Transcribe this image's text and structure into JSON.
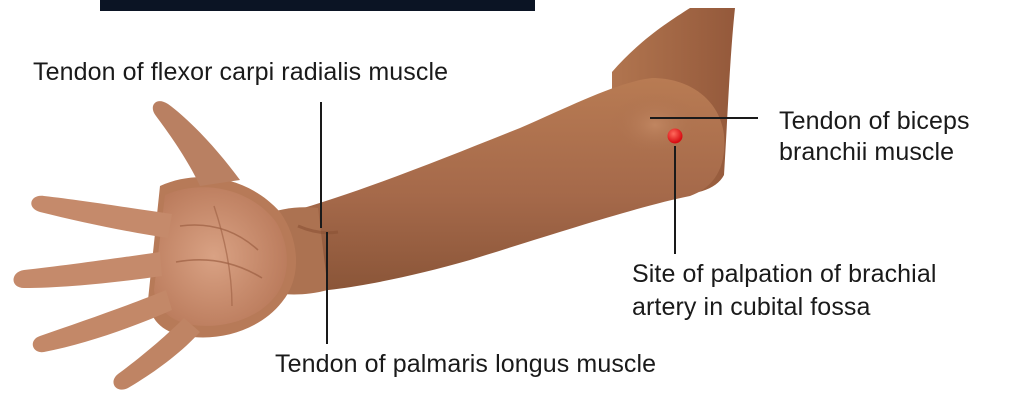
{
  "labels": {
    "flexor_carpi_radialis": "Tendon of flexor carpi radialis muscle",
    "biceps_line1": "Tendon of biceps",
    "biceps_line2": "branchii muscle",
    "palpation_line1": "Site of palpation of brachial",
    "palpation_line2": "artery in cubital fossa",
    "palmaris_longus": "Tendon of palmaris longus muscle"
  },
  "colors": {
    "background": "#ffffff",
    "skin_arm": "#a9704a",
    "skin_palm": "#c98d6c",
    "top_bar": "#0b1424",
    "leader_line": "#1a1a1a",
    "pulse_dot": "#e8141c"
  }
}
